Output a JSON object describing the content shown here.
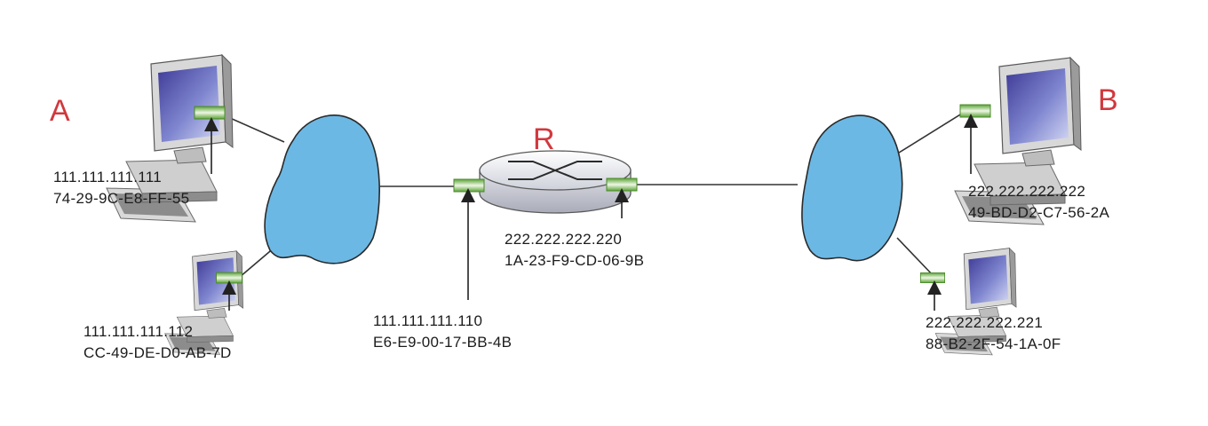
{
  "nodes": {
    "host_a_label": "A",
    "host_b_label": "B",
    "router_label": "R"
  },
  "interfaces": {
    "a1": {
      "ip": "111.111.111.111",
      "mac": "74-29-9C-E8-FF-55"
    },
    "a2": {
      "ip": "111.111.111.112",
      "mac": "CC-49-DE-D0-AB-7D"
    },
    "r_left": {
      "ip": "111.111.111.110",
      "mac": "E6-E9-00-17-BB-4B"
    },
    "r_right": {
      "ip": "222.222.222.220",
      "mac": "1A-23-F9-CD-06-9B"
    },
    "b1": {
      "ip": "222.222.222.222",
      "mac": "49-BD-D2-C7-56-2A"
    },
    "b2": {
      "ip": "222.222.222.221",
      "mac": "88-B2-2F-54-1A-0F"
    }
  },
  "colors": {
    "label_red": "#d1383d",
    "subnet_blue": "#6cb8e4",
    "adapter_green": "#7dc04f",
    "wire": "#333333"
  },
  "icons": {
    "host": "desktop-computer-icon",
    "router": "router-icon",
    "subnet": "subnet-cloud-icon",
    "adapter": "network-adapter-icon"
  }
}
